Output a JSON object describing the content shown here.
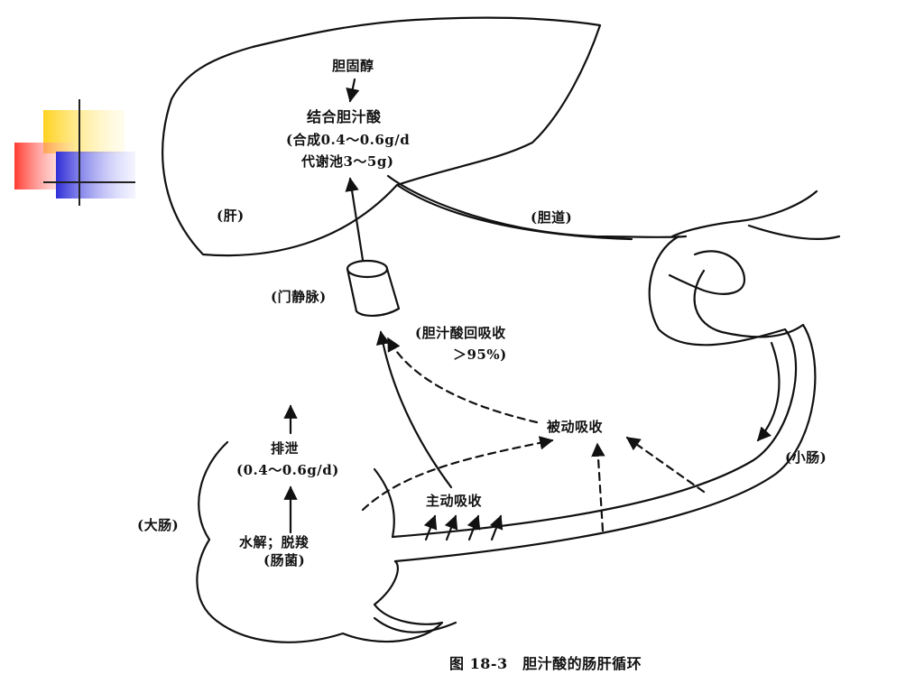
{
  "slide": {
    "deco_colors": {
      "yellow": "#ffd21f",
      "red": "#ff3b30",
      "blue": "#2f2fd8",
      "line": "#222222"
    }
  },
  "diagram": {
    "liver": {
      "cholesterol": "胆固醇",
      "conjugated_bile_acid": "结合胆汁酸",
      "synthesis": "(合成0.4～0.6g/d",
      "pool": "代谢池3～5g)",
      "label": "(肝)"
    },
    "bile_duct": "(胆道)",
    "portal_vein": "(门静脉)",
    "reabsorption": {
      "line1": "(胆汁酸回吸收",
      "line2": "＞95%)"
    },
    "passive_absorption": "被动吸收",
    "active_absorption": "主动吸收",
    "small_intestine": "(小肠)",
    "large_intestine": "(大肠)",
    "excretion": {
      "title": "排泄",
      "amount": "(0.4～0.6g/d)"
    },
    "hydrolysis": {
      "line1": "水解；脱羧",
      "line2": "(肠菌)"
    },
    "caption": "图 18-3　胆汁酸的肠肝循环"
  }
}
